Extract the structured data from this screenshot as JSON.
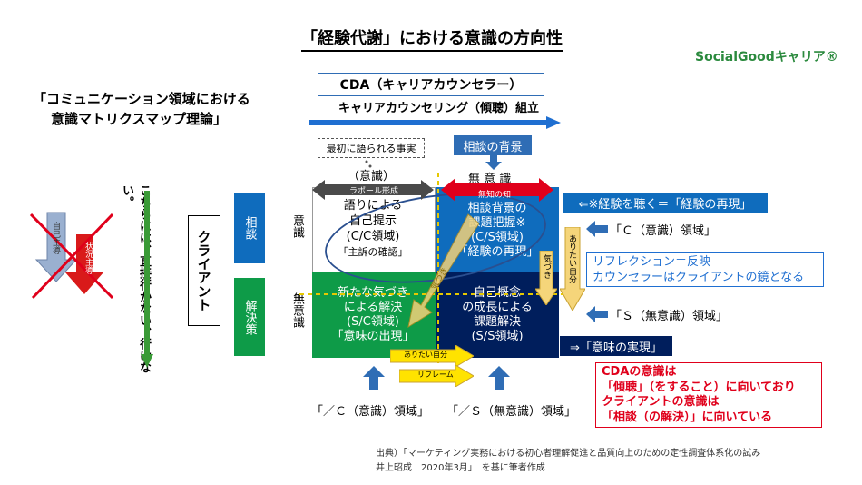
{
  "title": "「経験代謝」における意識の方向性",
  "brand": "SocialGoodキャリア®",
  "left_title_1": "「コミュニケーション領域における",
  "left_title_2": "意識マトリクスマップ理論」",
  "cda_box": "CDA（キャリアカウンセラー）",
  "cda_arrow": "キャリアカウンセリング（傾聴）組立",
  "left_side": {
    "vertical_note": "こちらには、直接行かない、行けない。",
    "cross_label_1": "自己主導",
    "cross_label_2": "状況主導"
  },
  "client_box": "クライアント",
  "rows": {
    "soudan": "相談",
    "kaiketsu": "解決策",
    "ishiki": "意識",
    "muishiki": "無意識"
  },
  "top": {
    "first_fact": "最初に語られる事実",
    "ishiki_label": "（意識）",
    "rapport": "ラポール形成",
    "soudan_haikei": "相談の背景",
    "muishiki_label": "無 意 識",
    "michi_no_chi": "無知の知"
  },
  "quadrants": {
    "cc": [
      "語りによる",
      "自己提示",
      "(C/C領域)",
      "「主訴の確認」"
    ],
    "cs": [
      "相談背景の",
      "課題把握※",
      "(C/S領域)",
      "「経験の再現」"
    ],
    "sc": [
      "新たな気づき",
      "による解決",
      "(S/C領域)",
      "「意味の出現」"
    ],
    "ss": [
      "自己概念",
      "の成長による",
      "課題解決",
      "(S/S領域)"
    ]
  },
  "inner_arrows": {
    "kizuki_diag": "気づき",
    "kizuki": "気づき",
    "aritai_right": "ありたい自分",
    "aritai_bottom": "ありたい自分",
    "reframe": "リフレーム"
  },
  "right": {
    "keiken_saigen": "⇐※経験を聴く＝「経験の再現」",
    "c_area": "「Ｃ（意識）領域」",
    "reflection_1": "リフレクション＝反映",
    "reflection_2": "カウンセラーはクライアントの鏡となる",
    "s_area": "「Ｓ（無意識）領域」",
    "imi_jitsugen": "⇒「意味の実現」"
  },
  "bottom": {
    "c_area_bottom": "「／Ｃ（意識）領域」",
    "s_area_bottom": "「／Ｓ（無意識）領域」"
  },
  "red_box": [
    "CDAの意識は",
    "「傾聴」（をすること）に向いており",
    "クライアントの意識は",
    "「相談（の解決）」に向いている"
  ],
  "source_1": "出典）「マーケティング実務における初心者理解促進と品質向上のための定性調査体系化の試み",
  "source_2": "井上昭成　2020年3月」　を基に筆者作成",
  "colors": {
    "blue": "#0f6cbd",
    "green": "#0e9b48",
    "navy": "#001e5c",
    "red": "#e0001b",
    "yellow": "#ffe300"
  }
}
